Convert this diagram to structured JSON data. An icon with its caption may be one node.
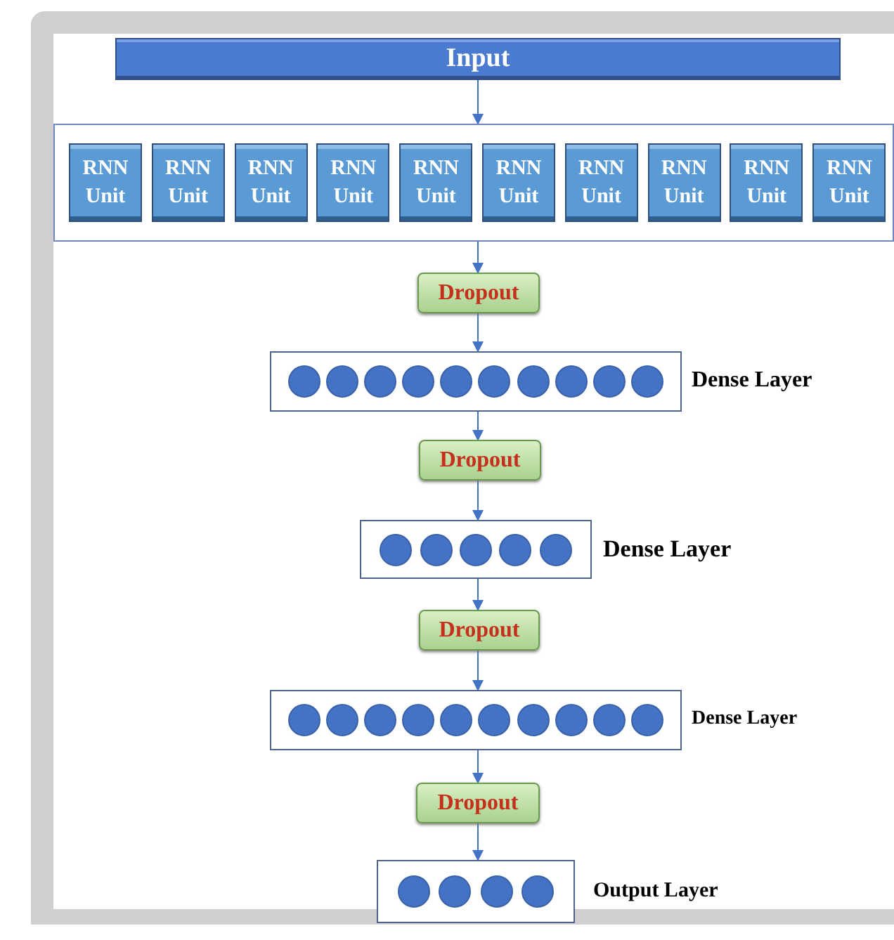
{
  "diagram": {
    "nodes": [
      {
        "text": [
          "Input"
        ]
      },
      {
        "text": [],
        "shape": "box"
      },
      {
        "text": [
          "RNN Unit"
        ],
        "in": 1
      },
      {
        "text": [
          "RNN Unit"
        ],
        "in": 1
      },
      {
        "text": [
          "RNN Unit"
        ],
        "in": 1
      },
      {
        "text": [
          "RNN Unit"
        ],
        "in": 1
      },
      {
        "text": [
          "RNN Unit"
        ],
        "in": 1
      },
      {
        "text": [
          "RNN Unit"
        ],
        "in": 1
      },
      {
        "text": [
          "RNN Unit"
        ],
        "in": 1
      },
      {
        "text": [
          "RNN Unit"
        ],
        "in": 1
      },
      {
        "text": [
          "RNN Unit"
        ],
        "in": 1
      },
      {
        "text": [
          "RNN Unit"
        ],
        "in": 1
      },
      {
        "text": [
          "Dropout"
        ]
      },
      {
        "text": [],
        "shape": "box",
        "beside": [
          "Dense Layer"
        ]
      },
      {
        "text": [
          "Dropout"
        ]
      },
      {
        "text": [],
        "shape": "box",
        "beside": [
          "Dense Layer"
        ]
      },
      {
        "text": [
          "Dropout"
        ]
      },
      {
        "text": [],
        "shape": "box",
        "beside": [
          "Dense Layer"
        ]
      },
      {
        "text": [
          "Dropout"
        ]
      },
      {
        "text": [],
        "shape": "box",
        "beside": [
          "Output Layer"
        ]
      }
    ],
    "edges": [
      {
        "from": 0,
        "to": 1,
        "arrow": "to"
      },
      {
        "from": 1,
        "to": 12,
        "arrow": "to"
      },
      {
        "from": 12,
        "to": 13,
        "arrow": "to"
      },
      {
        "from": 13,
        "to": 14,
        "arrow": "to"
      },
      {
        "from": 14,
        "to": 15,
        "arrow": "to"
      },
      {
        "from": 15,
        "to": 16,
        "arrow": "to"
      },
      {
        "from": 16,
        "to": 17,
        "arrow": "to"
      },
      {
        "from": 17,
        "to": 18,
        "arrow": "to"
      },
      {
        "from": 18,
        "to": 19,
        "arrow": "to"
      }
    ]
  }
}
